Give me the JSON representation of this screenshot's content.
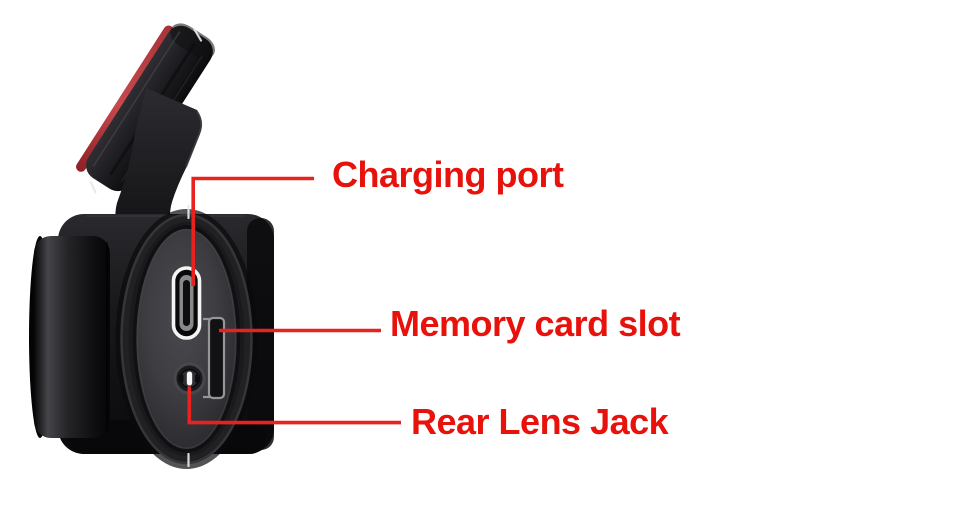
{
  "figure": {
    "type": "annotated-product-diagram",
    "subject": "dash cam side view with windshield mount",
    "background": "#ffffff"
  },
  "annotations": [
    {
      "id": "charging-port",
      "label": "Charging port"
    },
    {
      "id": "memory-card-slot",
      "label": "Memory card slot"
    },
    {
      "id": "rear-lens-jack",
      "label": "Rear Lens Jack"
    }
  ],
  "colors": {
    "label_red": "#e8120d",
    "leader_red": "#e8231f",
    "adhesive_stripe_red": "#b23038",
    "device_black": "#141417",
    "panel_gray": "#3e3e42",
    "port_outline_white": "#f4f4f5"
  }
}
